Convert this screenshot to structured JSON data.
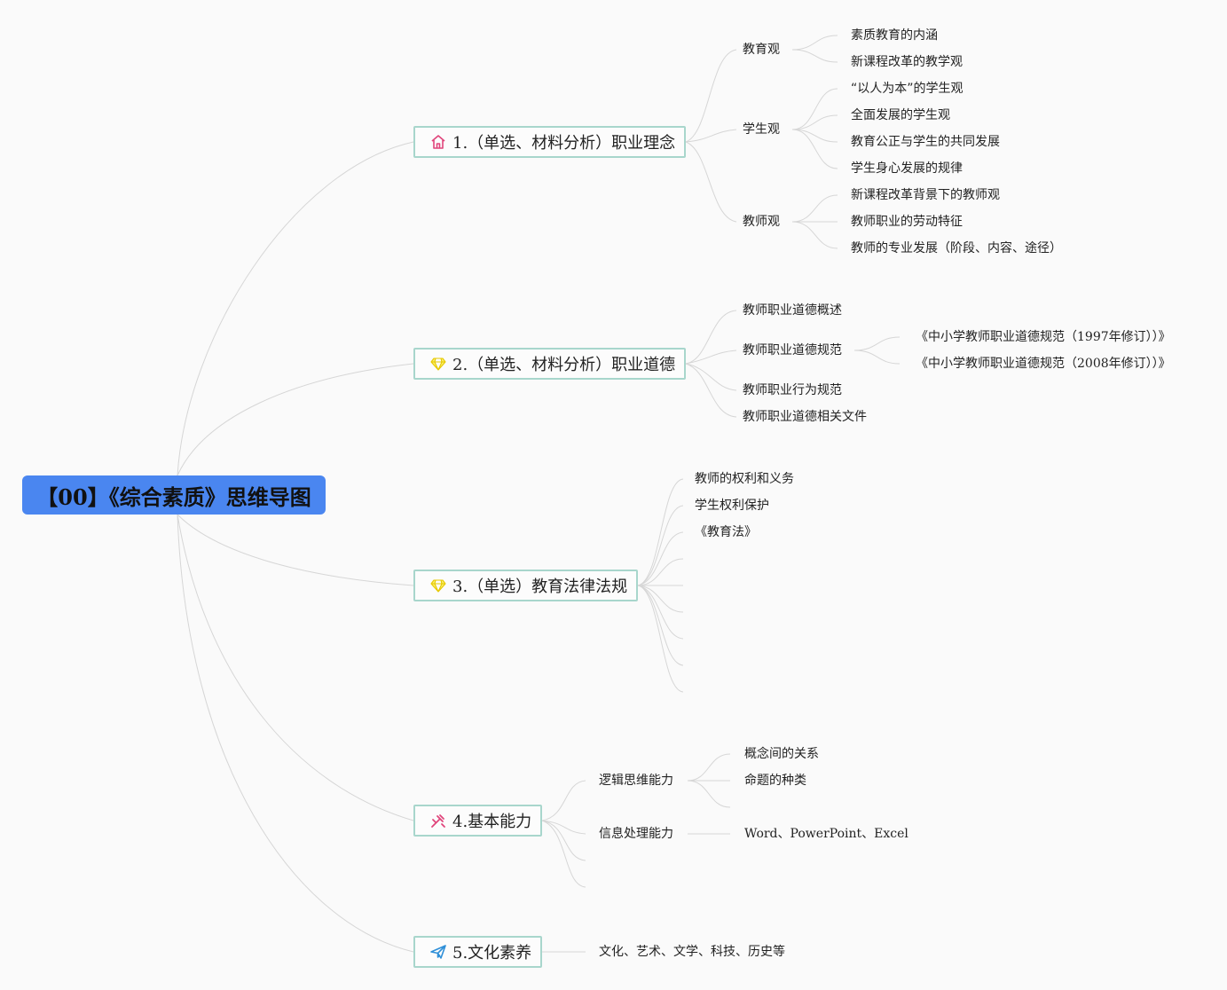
{
  "root": {
    "label": "【00】《综合素质》思维导图"
  },
  "branches": {
    "b1": {
      "label": "1.（单选、材料分析）职业理念",
      "icon": "home-icon",
      "children": {
        "jiaoyu": {
          "label": "教育观",
          "leaves": [
            "素质教育的内涵",
            "新课程改革的教学观"
          ]
        },
        "xuesheng": {
          "label": "学生观",
          "leaves": [
            "“以人为本”的学生观",
            "全面发展的学生观",
            "教育公正与学生的共同发展",
            "学生身心发展的规律"
          ]
        },
        "jiaoshi": {
          "label": "教师观",
          "leaves": [
            "新课程改革背景下的教师观",
            "教师职业的劳动特征",
            "教师的专业发展（阶段、内容、途径）"
          ]
        }
      }
    },
    "b2": {
      "label": "2.（单选、材料分析）职业道德",
      "icon": "diamond-icon",
      "children": {
        "gaishu": {
          "label": "教师职业道德概述"
        },
        "guifan": {
          "label": "教师职业道德规范",
          "leaves": [
            "《中小学教师职业道德规范（1997年修订））》",
            "《中小学教师职业道德规范（2008年修订））》"
          ]
        },
        "xingwei": {
          "label": "教师职业行为规范"
        },
        "wenjian": {
          "label": "教师职业道德相关文件"
        }
      }
    },
    "b3": {
      "label": "3.（单选）教育法律法规",
      "icon": "diamond-icon",
      "leaves": [
        "教师的权利和义务",
        "学生权利保护",
        "《教育法》"
      ]
    },
    "b4": {
      "label": "4.基本能力",
      "icon": "tools-icon",
      "children": {
        "luoji": {
          "label": "逻辑思维能力",
          "leaves": [
            "概念间的关系",
            "命题的种类"
          ]
        },
        "xinxi": {
          "label": "信息处理能力",
          "leaves": [
            "Word、PowerPoint、Excel"
          ]
        }
      }
    },
    "b5": {
      "label": "5.文化素养",
      "icon": "paper-plane-icon",
      "leaves": [
        "文化、艺术、文学、科技、历史等"
      ]
    }
  },
  "colors": {
    "root_fill": "#4a86f0",
    "branch_border": "#a8d6cc",
    "edge": "#d6d6d6",
    "home_icon": "#e0457b",
    "diamond_icon": "#f2e01e",
    "tools_icon": "#e0457b",
    "plane_icon": "#2f8fd8"
  }
}
